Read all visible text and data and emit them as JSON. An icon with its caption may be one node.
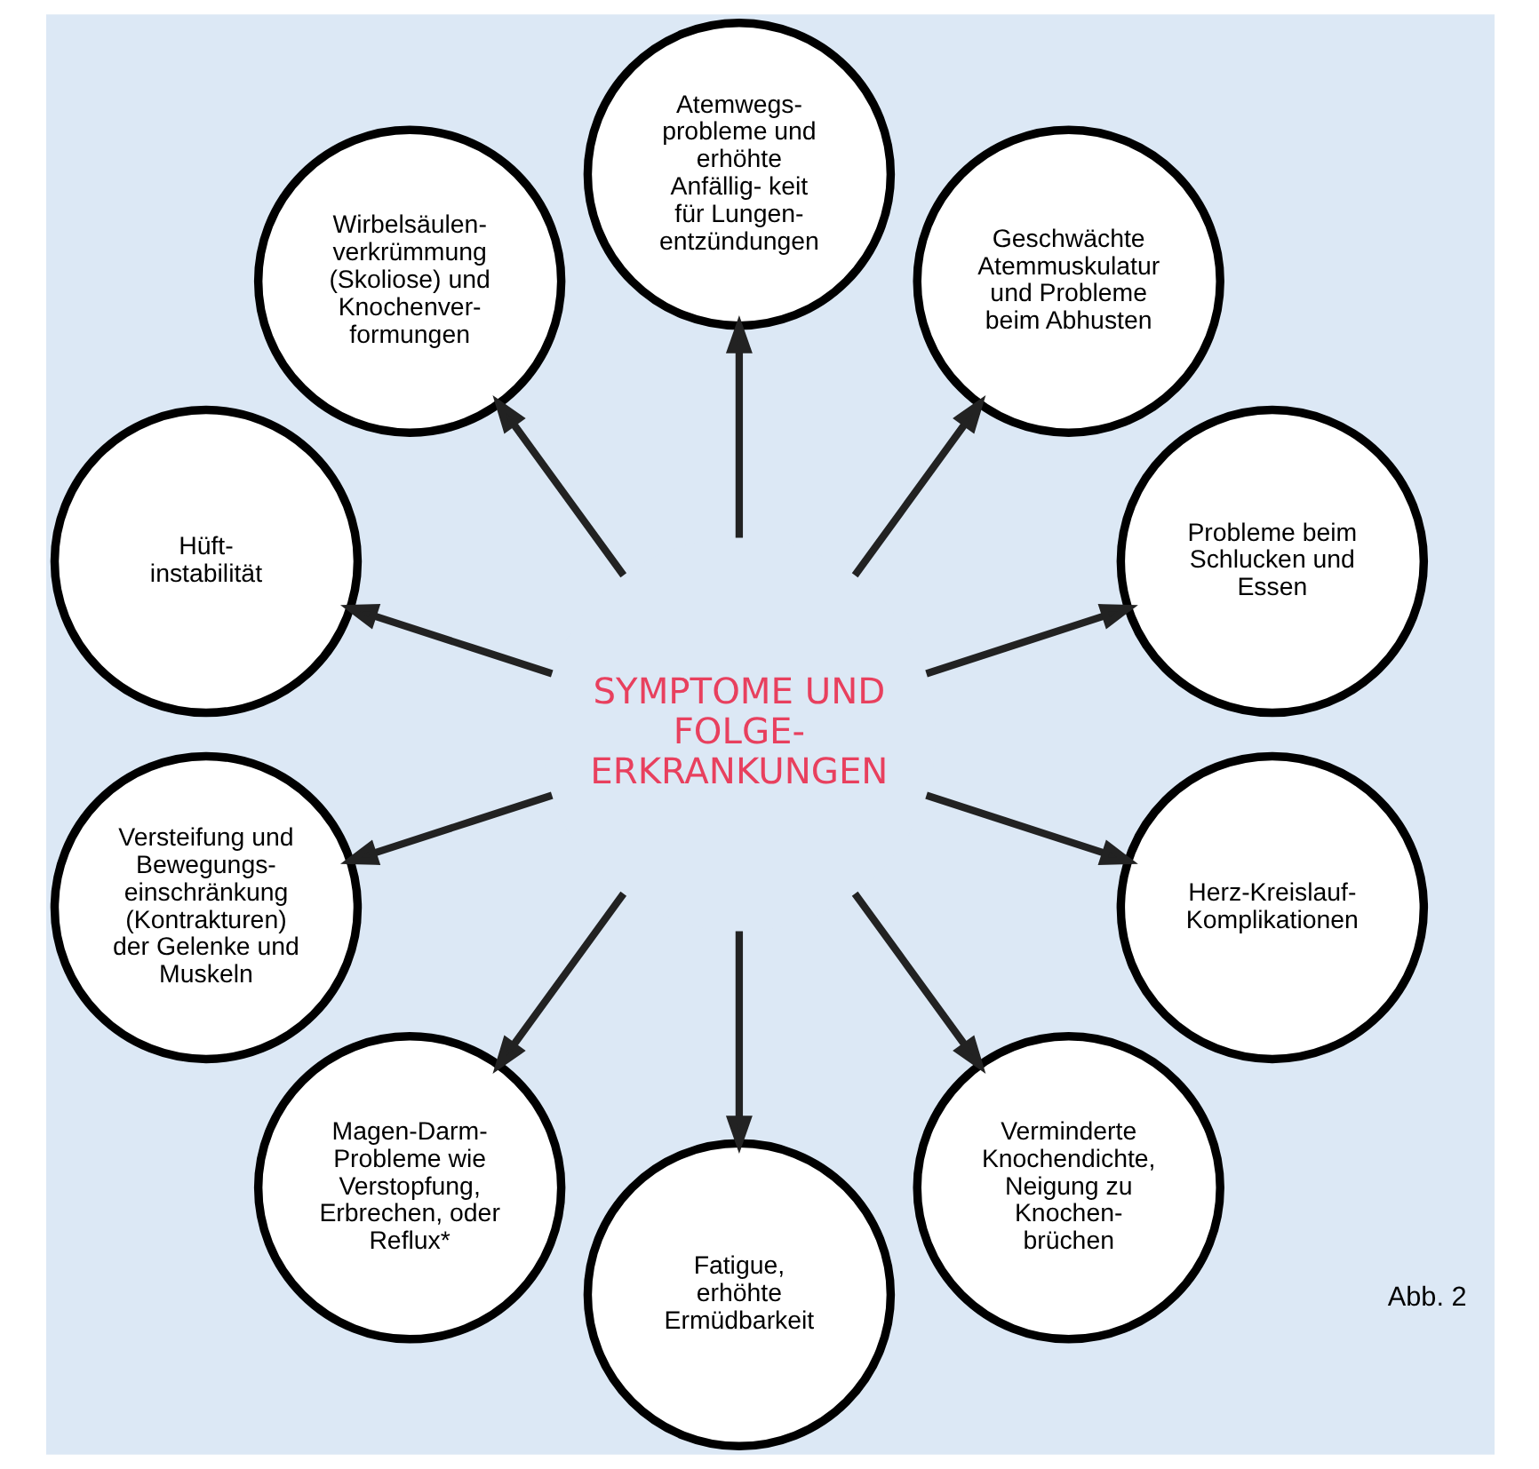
{
  "diagram": {
    "nodes": [
      {
        "text": [
          "SYMPTOME UND FOLGE- ERKRANKUNGEN"
        ]
      },
      {
        "text": [
          "Probleme beim Schlucken und Essen"
        ]
      },
      {
        "text": [
          "Geschwächte Atemmuskulatur und Probleme beim Abhusten"
        ]
      },
      {
        "text": [
          "Atemwegs- probleme und erhöhte Anfällig- keit für Lungen- entzündungen"
        ]
      },
      {
        "text": [
          "Wirbelsäulen- verkrümmung (Skoliose) und Knochenver- formungen"
        ]
      },
      {
        "text": [
          "Hüft- instabilität"
        ]
      },
      {
        "text": [
          "Versteifung und Bewegungs- einschränkung (Kontrakturen) der Gelenke und Muskeln"
        ]
      },
      {
        "text": [
          "Magen-Darm- Probleme wie Verstopfung, Erbrechen, oder Reflux*"
        ]
      },
      {
        "text": [
          "Fatigue, erhöhte Ermüdbarkeit"
        ]
      },
      {
        "text": [
          "Verminderte Knochendichte, Neigung zu Knochen- brüchen"
        ]
      },
      {
        "text": [
          "Herz-Kreislauf- Komplikationen"
        ]
      }
    ],
    "edges": [
      {
        "from": 0,
        "to": 1,
        "arrow": "to"
      },
      {
        "from": 0,
        "to": 2,
        "arrow": "to"
      },
      {
        "from": 0,
        "to": 3,
        "arrow": "to"
      },
      {
        "from": 0,
        "to": 4,
        "arrow": "to"
      },
      {
        "from": 0,
        "to": 5,
        "arrow": "to"
      },
      {
        "from": 0,
        "to": 6,
        "arrow": "to"
      },
      {
        "from": 0,
        "to": 7,
        "arrow": "to"
      },
      {
        "from": 0,
        "to": 8,
        "arrow": "to"
      },
      {
        "from": 0,
        "to": 9,
        "arrow": "to"
      },
      {
        "from": 0,
        "to": 10,
        "arrow": "to"
      }
    ],
    "labels": [
      "Abb. 2"
    ]
  }
}
